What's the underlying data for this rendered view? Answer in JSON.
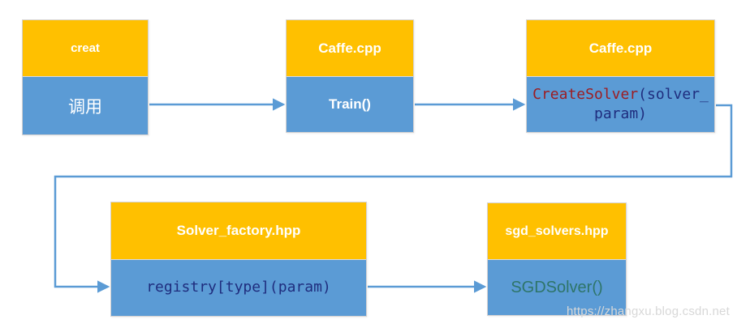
{
  "colors": {
    "header_bg": "#FFC000",
    "body_bg": "#5B9BD5",
    "arrow": "#5B9BD5",
    "header_text": "#FFFFFF",
    "code_red": "#9C1E23",
    "code_navy": "#1F2D7E",
    "code_teal": "#2E7569",
    "watermark": "#D8D8D8",
    "box_border": "#D5D2D2"
  },
  "nodes": {
    "creat": {
      "header": "creat",
      "body": "调用"
    },
    "caffe_train": {
      "header": "Caffe.cpp",
      "body": "Train()"
    },
    "caffe_createsolver": {
      "header": "Caffe.cpp",
      "body_seg_red": "CreateSolver",
      "body_seg_navy1": "(solver_",
      "body_seg_navy2": "param)"
    },
    "solver_factory": {
      "header": "Solver_factory.hpp",
      "body": "registry[type](param)"
    },
    "sgd_solvers": {
      "header": "sgd_solvers.hpp",
      "body": "SGDSolver()"
    }
  },
  "watermark": "https://zhangxu.blog.csdn.net"
}
